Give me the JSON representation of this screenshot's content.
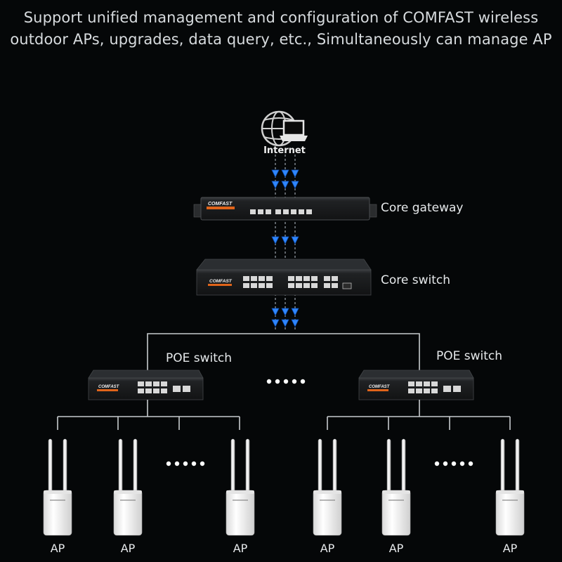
{
  "headline": {
    "line1": "Support unified management and configuration of COMFAST wireless",
    "line2": "outdoor APs, upgrades, data query, etc., Simultaneously can manage AP"
  },
  "internet": {
    "label": "Internet"
  },
  "core_gateway": {
    "label": "Core gateway",
    "brand": "COMFAST"
  },
  "core_switch": {
    "label": "Core switch",
    "brand": "COMFAST"
  },
  "poe_switches": [
    {
      "label": "POE switch",
      "brand": "COMFAST"
    },
    {
      "label": "POE switch",
      "brand": "COMFAST"
    }
  ],
  "ap_groups": [
    {
      "aps": [
        "AP",
        "AP",
        "AP"
      ]
    },
    {
      "aps": [
        "AP",
        "AP",
        "AP"
      ]
    }
  ],
  "colors": {
    "background": "#050708",
    "line": "#c7cbce",
    "arrow": "#1e6fd9",
    "device_body": "#1a1c1e",
    "brand_orange": "#e0641a",
    "ap_body": "#f2f2f2"
  }
}
